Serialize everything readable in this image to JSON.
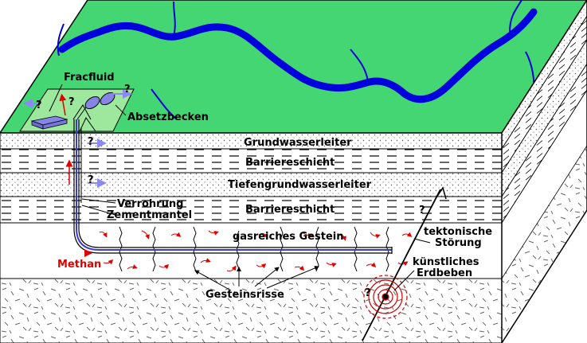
{
  "colors": {
    "surface": "#44d672",
    "river": "#0000dd",
    "layer_white": "#ffffff",
    "stroke": "#000000",
    "fracture_red": "#e00000",
    "leak_arrow": "#8a8af0",
    "pond": "#8585e8",
    "well_pad": "#9de89d"
  },
  "labels": {
    "fracfluid": "Fracfluid",
    "absetzbecken": "Absetzbecken",
    "grundwasserleiter": "Grundwasserleiter",
    "barriere1": "Barriereschicht",
    "tiefengrundwasserleiter": "Tiefengrundwasserleiter",
    "barriere2": "Barriereschicht",
    "verrohrung": "Verrohrung",
    "zementmantel": "Zementmantel",
    "gasreiches_gestein": "gasreiches Gestein",
    "methan": "Methan",
    "tektonische": "tektonische",
    "stoerung": "Störung",
    "kuenstliches": "künstliches",
    "erdbeben": "Erdbeben",
    "gesteinsrisse": "Gesteinsrisse",
    "question": "?"
  }
}
